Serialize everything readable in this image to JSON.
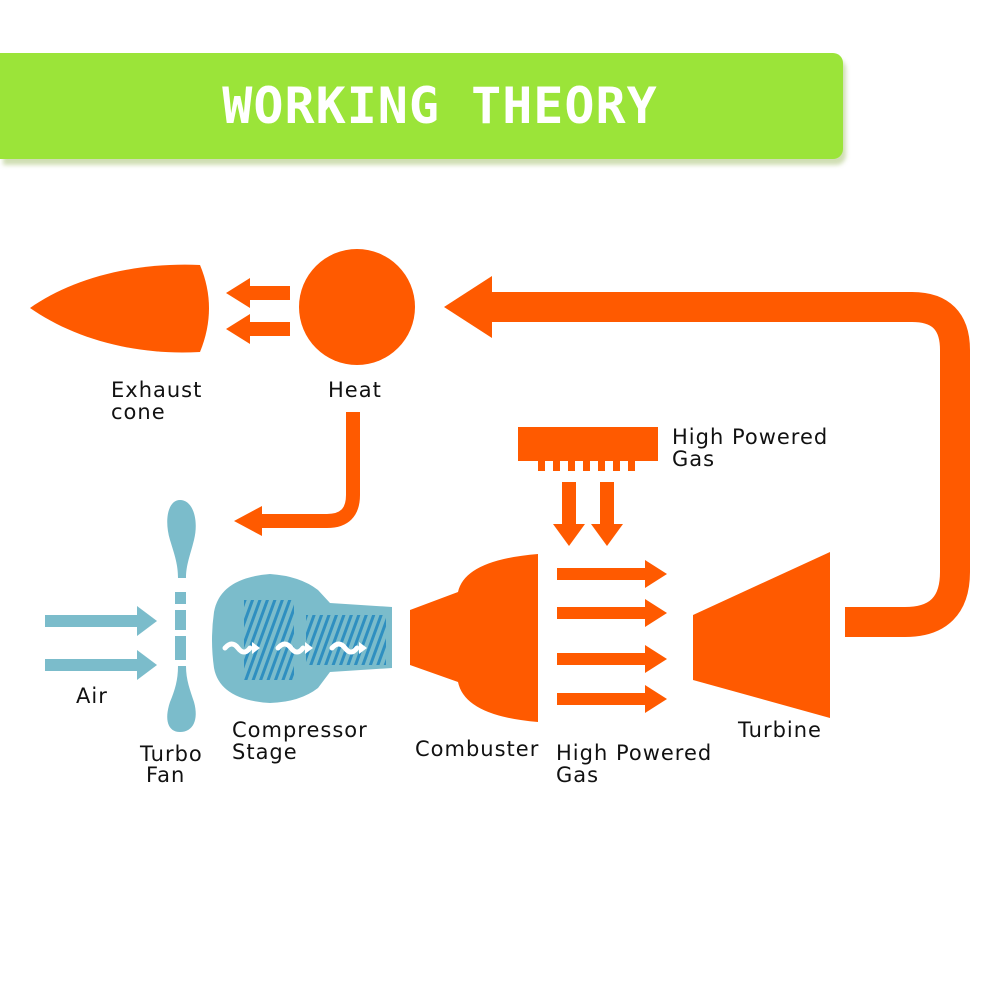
{
  "title": "WORKING THEORY",
  "colors": {
    "banner": "#9be439",
    "accent_orange": "#ff5a00",
    "cold_blue": "#7bbccb",
    "text": "#111111",
    "title_text": "#ffffff"
  },
  "labels": {
    "exhaust_cone": [
      "Exhaust",
      "cone"
    ],
    "heat": "Heat",
    "high_powered_gas_top": [
      "High Powered",
      "Gas"
    ],
    "air": "Air",
    "turbo_fan": [
      "Turbo",
      "Fan"
    ],
    "compressor_stage": [
      "Compressor",
      "Stage"
    ],
    "combuster": "Combuster",
    "high_powered_gas_bottom": [
      "High Powered",
      "Gas"
    ],
    "turbine": "Turbine"
  }
}
